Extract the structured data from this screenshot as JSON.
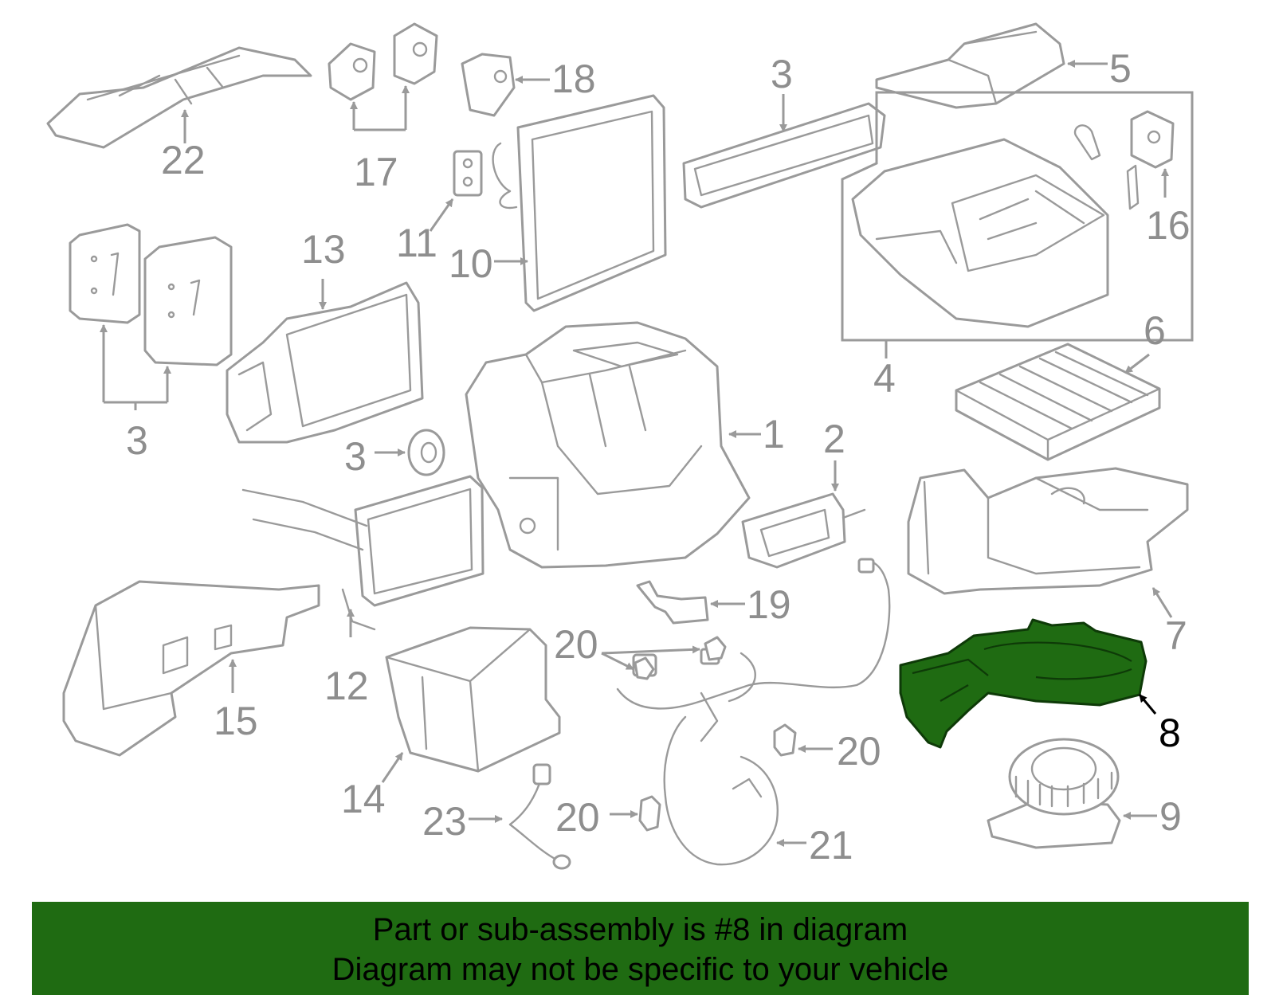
{
  "callouts": {
    "c1": "1",
    "c2": "2",
    "c3a": "3",
    "c3b": "3",
    "c3c": "3",
    "c4": "4",
    "c5": "5",
    "c6": "6",
    "c7": "7",
    "c8": "8",
    "c9": "9",
    "c10": "10",
    "c11": "11",
    "c12": "12",
    "c13": "13",
    "c14": "14",
    "c15": "15",
    "c16": "16",
    "c17": "17",
    "c18": "18",
    "c19": "19",
    "c20a": "20",
    "c20b": "20",
    "c20c": "20",
    "c21": "21",
    "c22": "22",
    "c23": "23"
  },
  "highlight": {
    "part_number": "8",
    "color": "#1f6b12"
  },
  "banner": {
    "line1": "Part or sub-assembly is #8 in diagram",
    "line2": "Diagram may not be specific to your vehicle"
  },
  "colors": {
    "linework": "#9a9a9a",
    "highlight_fill": "#1f6b12",
    "banner_bg": "#1f6b12"
  }
}
